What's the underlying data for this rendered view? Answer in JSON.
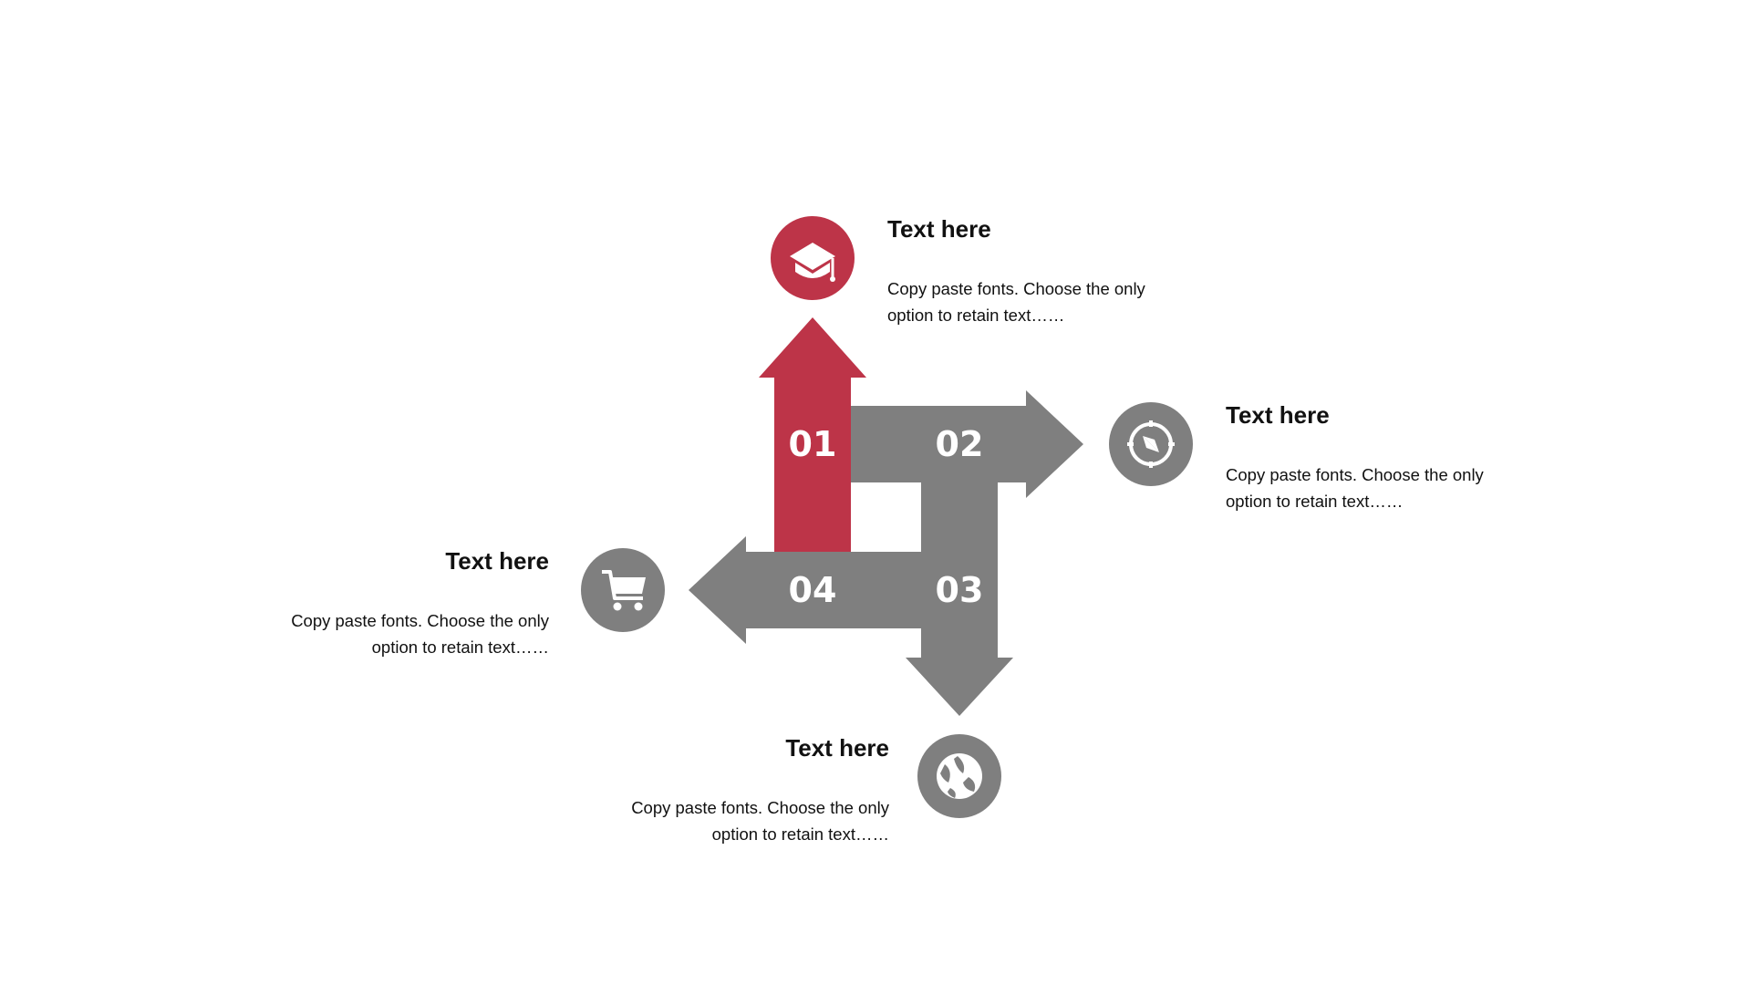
{
  "colors": {
    "accent": "#BD3448",
    "gray": "#7F7F7F",
    "text": "#111111",
    "background": "#FFFFFF"
  },
  "steps": [
    {
      "number": "01",
      "icon": "graduation-cap-icon",
      "title": "Text here",
      "description_line1": "Copy paste fonts. Choose the only",
      "description_line2": "option to retain text……"
    },
    {
      "number": "02",
      "icon": "compass-icon",
      "title": "Text here",
      "description_line1": "Copy paste fonts. Choose the only",
      "description_line2": "option to retain text……"
    },
    {
      "number": "03",
      "icon": "globe-icon",
      "title": "Text here",
      "description_line1": "Copy paste fonts. Choose the only",
      "description_line2": "option to retain text……"
    },
    {
      "number": "04",
      "icon": "shopping-cart-icon",
      "title": "Text here",
      "description_line1": "Copy paste fonts. Choose the only",
      "description_line2": "option to retain text……"
    }
  ]
}
